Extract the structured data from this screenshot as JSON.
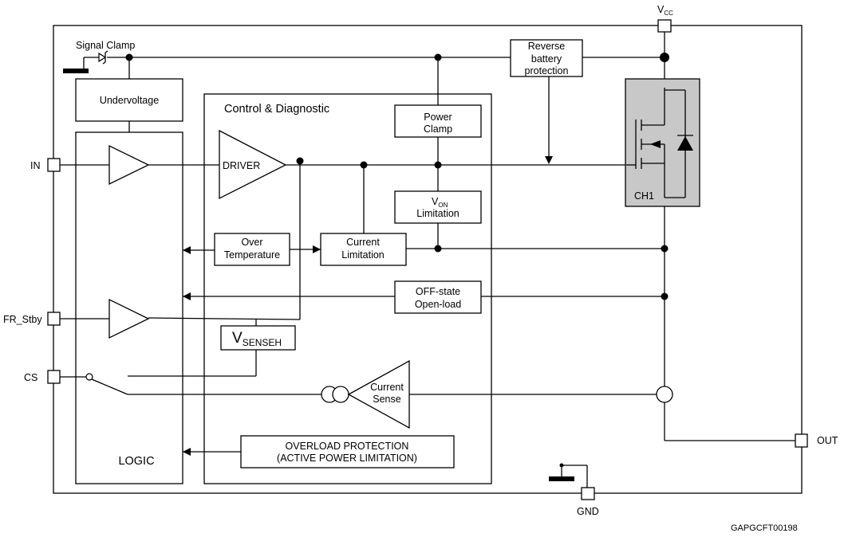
{
  "pins": {
    "vcc": "V",
    "vcc_sub": "CC",
    "in": "IN",
    "fr_stby": "FR_Stby",
    "cs": "CS",
    "out": "OUT",
    "gnd": "GND"
  },
  "blocks": {
    "signal_clamp": "Signal Clamp",
    "undervoltage": "Undervoltage",
    "control_diagnostic": "Control & Diagnostic",
    "power_clamp": [
      "Power",
      "Clamp"
    ],
    "reverse_battery": [
      "Reverse",
      "battery",
      "protection"
    ],
    "driver": "DRIVER",
    "von_v": "V",
    "von_sub": "ON",
    "von_limitation": "Limitation",
    "over_temperature": [
      "Over",
      "Temperature"
    ],
    "current_limitation": [
      "Current",
      "Limitation"
    ],
    "off_state": [
      "OFF-state",
      "Open-load"
    ],
    "vsenseh_v": "V",
    "vsenseh_sub": "SENSEH",
    "current_sense": [
      "Current",
      "Sense"
    ],
    "overload": [
      "OVERLOAD PROTECTION",
      "(ACTIVE POWER LIMITATION)"
    ],
    "logic": "LOGIC",
    "ch1": "CH1"
  },
  "figure_id": "GAPGCFT00198"
}
